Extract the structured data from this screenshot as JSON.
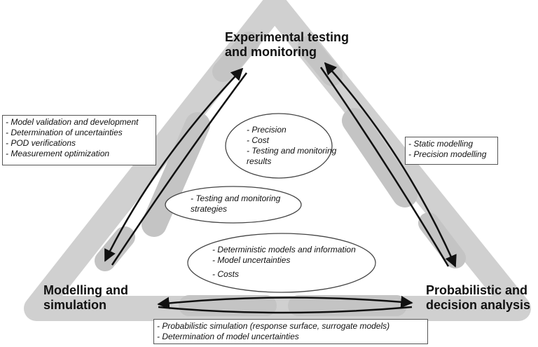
{
  "nodes": {
    "top": "Experimental testing\nand monitoring",
    "left": "Modelling and\nsimulation",
    "right": "Probabilistic and\ndecision analysis"
  },
  "boxes": {
    "left": [
      "- Model validation and development",
      "- Determination of uncertainties",
      "- POD verifications",
      "- Measurement optimization"
    ],
    "right": [
      "- Static modelling",
      "- Precision modelling"
    ],
    "bottom": [
      "- Probabilistic simulation (response surface, surrogate models)",
      "- Determination of model uncertainties"
    ]
  },
  "ellipses": {
    "top": [
      "- Precision",
      "- Cost",
      "- Testing and monitoring",
      "results"
    ],
    "middle": [
      "- Testing and monitoring",
      "strategies"
    ],
    "bottom": [
      "- Deterministic models and information",
      "- Model uncertainties",
      "- Costs"
    ]
  },
  "colors": {
    "band": "#c8c8c8",
    "stroke": "#111111"
  }
}
